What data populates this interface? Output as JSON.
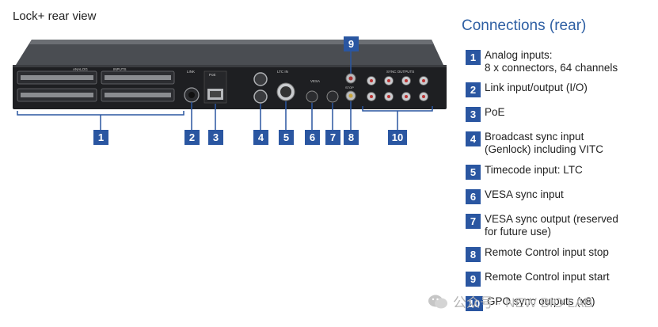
{
  "title": "Lock+ rear view",
  "heading": "Connections (rear)",
  "connections": [
    {
      "num": "1",
      "line1": "Analog inputs:",
      "line2": "8 x connectors, 64 channels"
    },
    {
      "num": "2",
      "line1": "Link input/output (I/O)",
      "line2": ""
    },
    {
      "num": "3",
      "line1": "PoE",
      "line2": ""
    },
    {
      "num": "4",
      "line1": "Broadcast sync input",
      "line2": "(Genlock) including VITC"
    },
    {
      "num": "5",
      "line1": "Timecode input: LTC",
      "line2": ""
    },
    {
      "num": "6",
      "line1": "VESA sync input",
      "line2": ""
    },
    {
      "num": "7",
      "line1": "VESA sync output (reserved",
      "line2": "for future use)"
    },
    {
      "num": "8",
      "line1": "Remote Control input stop",
      "line2": ""
    },
    {
      "num": "9",
      "line1": "Remote Control input start",
      "line2": ""
    },
    {
      "num": "10",
      "line1": "GPO sync outputs (x8)",
      "line2": ""
    }
  ],
  "device_labels": {
    "analog": "ANALOG",
    "inputs": "INPUTS",
    "link": "LINK",
    "poe": "PoE",
    "ltc": "LTC IN",
    "vesa": "VESA",
    "sync_outputs": "SYNC OUTPUTS",
    "stop": "STOP"
  },
  "watermark": "公众号 · NEW BIO LAB"
}
